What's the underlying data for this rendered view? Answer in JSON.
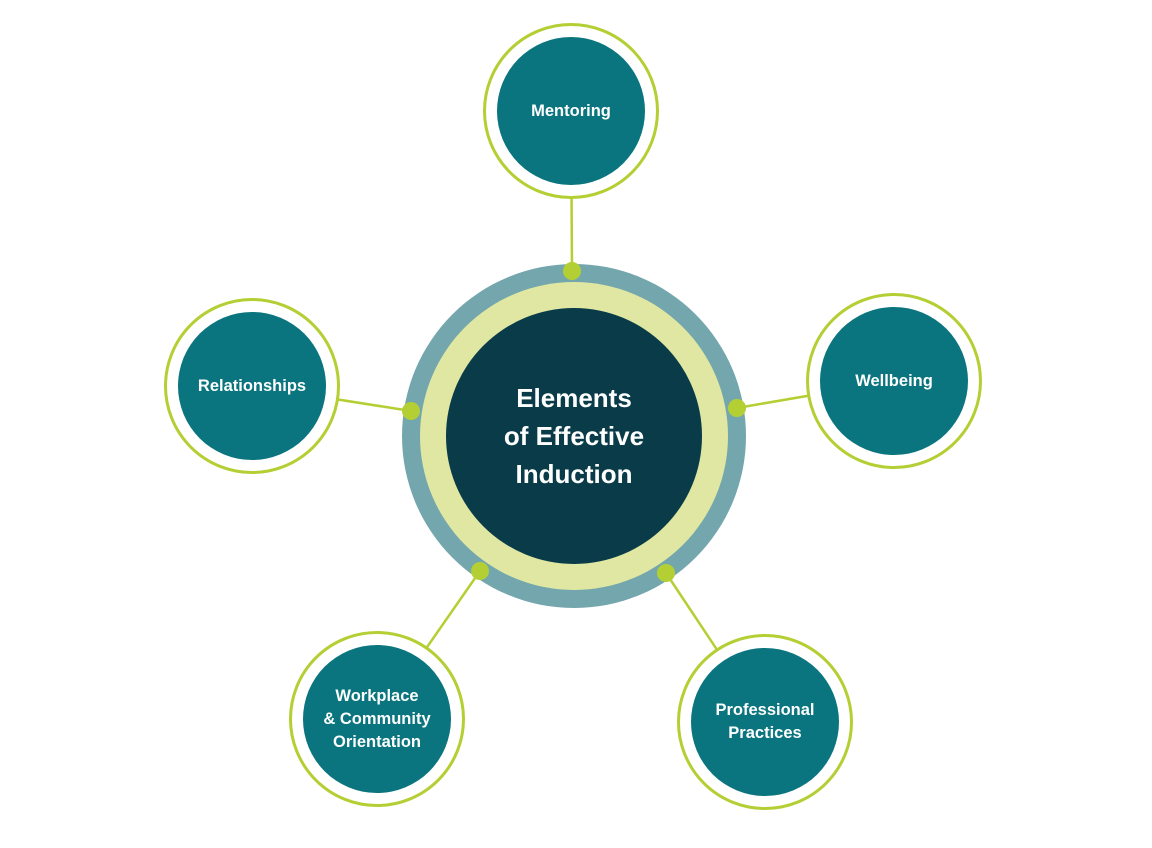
{
  "hub": {
    "label": "Elements\nof Effective\nInduction"
  },
  "nodes": {
    "mentoring": {
      "label": "Mentoring"
    },
    "wellbeing": {
      "label": "Wellbeing"
    },
    "relationships": {
      "label": "Relationships"
    },
    "workplace": {
      "label": "Workplace\n& Community\nOrientation"
    },
    "professional": {
      "label": "Professional\nPractices"
    }
  },
  "colors": {
    "hub_inner_fill": "#093c48",
    "hub_middle_ring": "#dfe7a2",
    "hub_outer_ring": "#74a6ad",
    "node_fill": "#0a757e",
    "accent_green": "#b3cf33",
    "label_text": "#ffffff",
    "background": "#ffffff"
  }
}
